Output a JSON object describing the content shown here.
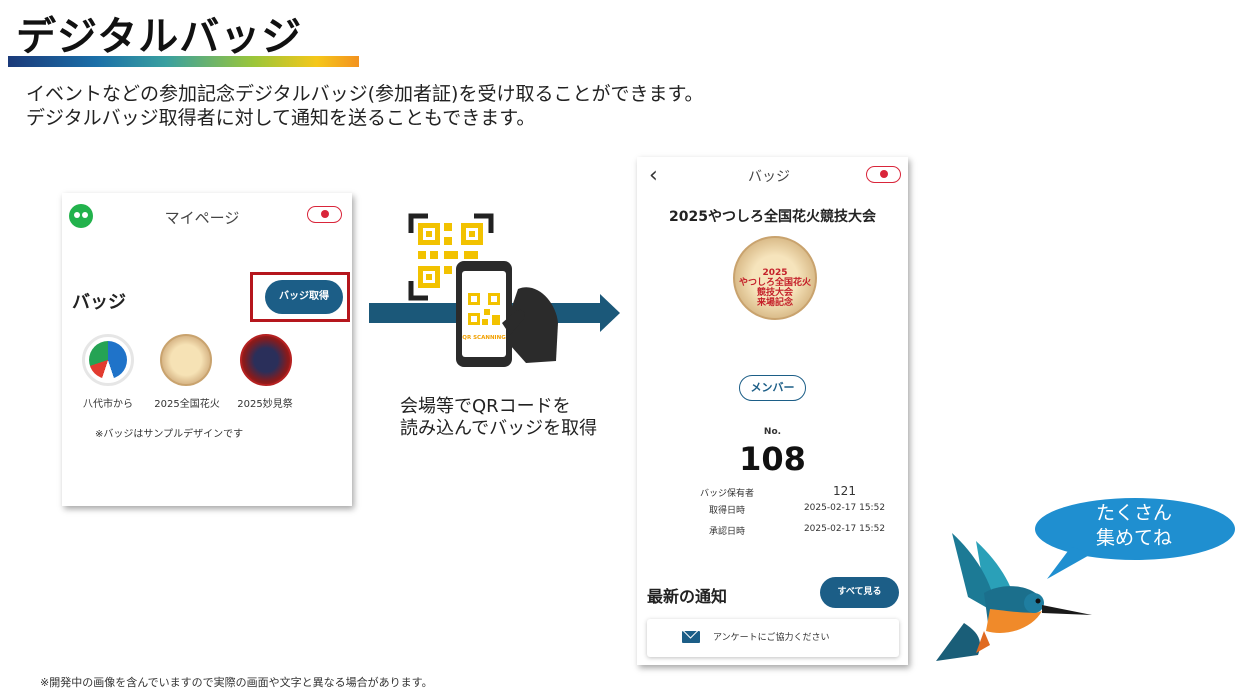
{
  "slide": {
    "title": "デジタルバッジ",
    "description_line1": "イベントなどの参加記念デジタルバッジ(参加者証)を受け取ることができます。",
    "description_line2": "デジタルバッジ取得者に対して通知を送ることもできます。",
    "footnote": "※開発中の画像を含んでいますので実際の画面や文字と異なる場合があります。"
  },
  "mypage": {
    "header": "マイページ",
    "section_title": "バッジ",
    "get_badge_button": "バッジ取得",
    "badges": [
      {
        "label": "八代市から"
      },
      {
        "label": "2025全国花火"
      },
      {
        "label": "2025妙見祭"
      }
    ],
    "note": "※バッジはサンプルデザインです"
  },
  "scan": {
    "qr_label": "QR SCANNING",
    "caption_line1": "会場等でQRコードを",
    "caption_line2": "読み込んでバッジを取得"
  },
  "badge_detail": {
    "back": "‹",
    "header": "バッジ",
    "event_title": "2025やつしろ全国花火競技大会",
    "badge_art_line1": "2025",
    "badge_art_line2": "やつしろ全国花火",
    "badge_art_line3": "競技大会",
    "badge_art_line4": "来場記念",
    "member_label": "メンバー",
    "no_label": "No.",
    "no_value": "108",
    "holders_label": "バッジ保有者",
    "holders_value": "121",
    "acquired_label": "取得日時",
    "acquired_value": "2025-02-17 15:52",
    "approved_label": "承認日時",
    "approved_value": "2025-02-17 15:52",
    "news_title": "最新の通知",
    "see_all_button": "すべて見る",
    "news_item": "アンケートにご協力ください"
  },
  "mascot": {
    "bubble_line1": "たくさん",
    "bubble_line2": "集めてね"
  },
  "colors": {
    "primary": "#1c5e87",
    "highlight_box": "#b5161d",
    "apple_pill": "#d9253a",
    "bubble": "#1f8fd0"
  }
}
